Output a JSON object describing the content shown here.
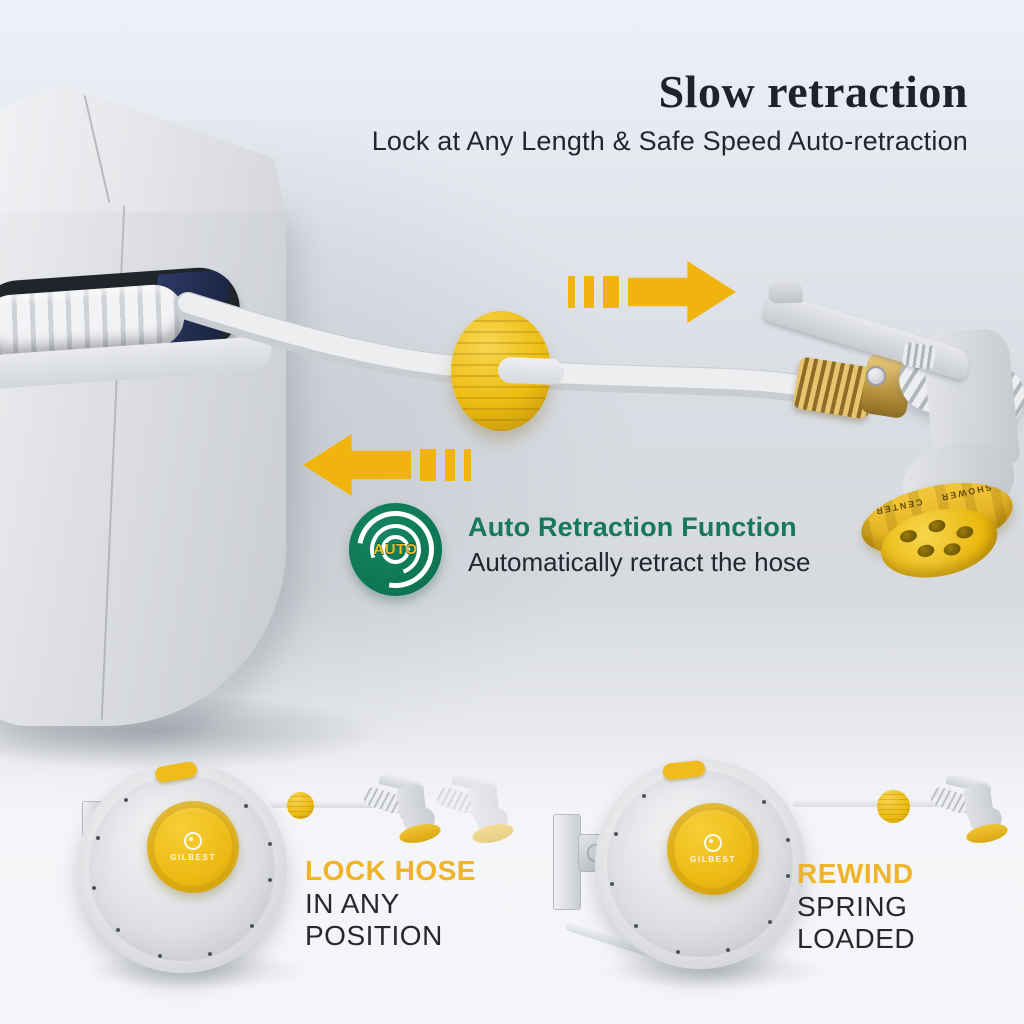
{
  "header": {
    "title": "Slow retraction",
    "subtitle": "Lock at Any Length & Safe Speed Auto-retraction"
  },
  "main_scene": {
    "auto_badge_text": "AUTO",
    "feature_heading": "Auto Retraction Function",
    "feature_description": "Automatically retract the hose",
    "nozzle_ring_label_left": "SHOWER",
    "nozzle_ring_label_right": "CENTER"
  },
  "bottom_left_scene": {
    "brand": "GILBEST",
    "label_primary": "LOCK HOSE",
    "label_secondary": "IN ANY POSITION"
  },
  "bottom_right_scene": {
    "brand": "GILBEST",
    "label_primary": "REWIND",
    "label_secondary": "SPRING LOADED"
  },
  "colors": {
    "accent_yellow": "#F1B40F",
    "label_gold": "#F0B42A",
    "badge_green": "#0D7553",
    "heading_green": "#17795A",
    "text_dark": "#23262E",
    "brass": "#B9913F"
  }
}
